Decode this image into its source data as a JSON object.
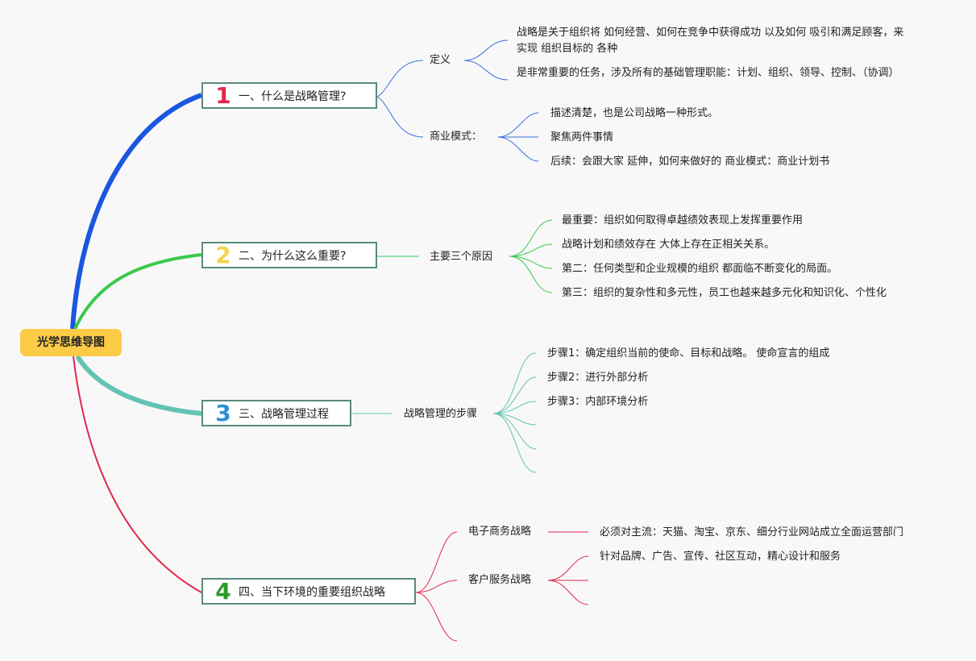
{
  "root": {
    "title": "光学思维导图"
  },
  "topics": [
    {
      "num": "1",
      "title": "一、什么是战略管理?"
    },
    {
      "num": "2",
      "title": "二、为什么这么重要?"
    },
    {
      "num": "3",
      "title": "三、战略管理过程"
    },
    {
      "num": "4",
      "title": "四、当下环境的重要组织战略"
    }
  ],
  "subs": {
    "definition": "定义",
    "business_model": "商业模式：",
    "three_reasons": "主要三个原因",
    "steps": "战略管理的步骤",
    "ecommerce": "电子商务战略",
    "customer_service": "客户服务战略"
  },
  "leaves": {
    "def_1": "战略是关于组织将 如何经营、如何在竞争中获得成功 以及如何 吸引和满足顾客，来实现 组织目标的 各种",
    "def_2": "是非常重要的任务，涉及所有的基础管理职能：计划、组织、领导、控制、（协调）",
    "bm_1": "描述清楚，也是公司战略一种形式。",
    "bm_2": "聚焦两件事情",
    "bm_3": "后续：会跟大家 延伸，如何来做好的 商业模式：商业计划书",
    "r_1": "最重要：组织如何取得卓越绩效表现上发挥重要作用",
    "r_2": "战略计划和绩效存在 大体上存在正相关关系。",
    "r_3": "第二：任何类型和企业规模的组织 都面临不断变化的局面。",
    "r_4": "第三：组织的复杂性和多元性，员工也越来越多元化和知识化、个性化",
    "s_1": "步骤1：确定组织当前的使命、目标和战略。 使命宣言的组成",
    "s_2": "步骤2：进行外部分析",
    "s_3": "步骤3：内部环境分析",
    "ec_1": "必须对主流：天猫、淘宝、京东、细分行业网站成立全面运营部门",
    "cs_1": "针对品牌、广告、宣传、社区互动，精心设计和服务"
  },
  "colors": {
    "topic1": "#1a56e0",
    "topic2": "#3cc84d",
    "topic3": "#62c3b3",
    "topic4": "#e0284e",
    "num1": "#e0284e",
    "num2": "#f0d64a",
    "num3": "#2b8ed4",
    "num4": "#2a9a2a",
    "root_fill": "#fccb47"
  }
}
